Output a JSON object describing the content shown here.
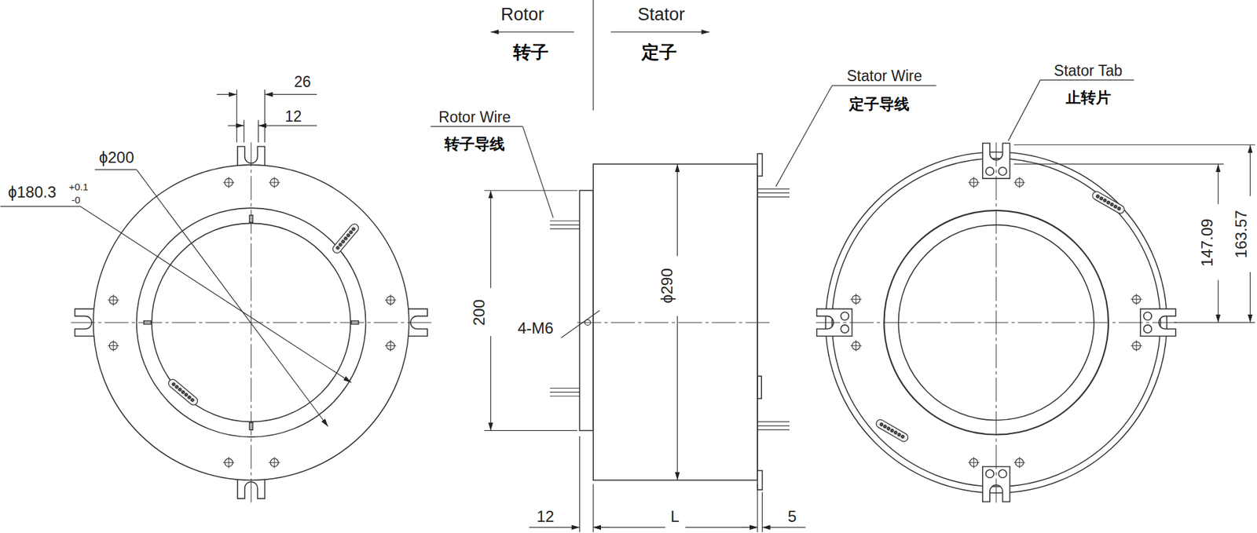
{
  "diagram": {
    "labels": [
      "Rotor",
      "转子",
      "Stator",
      "定子",
      "Rotor Wire",
      "转子导线",
      "Stator Wire",
      "定子导线",
      "Stator Tab",
      "止转片",
      "26",
      "12",
      "ϕ200",
      "ϕ180.3",
      "+0.1",
      "-0",
      "200",
      "ϕ290",
      "4-M6",
      "12",
      "L",
      "5",
      "147.09",
      "163.57"
    ]
  }
}
